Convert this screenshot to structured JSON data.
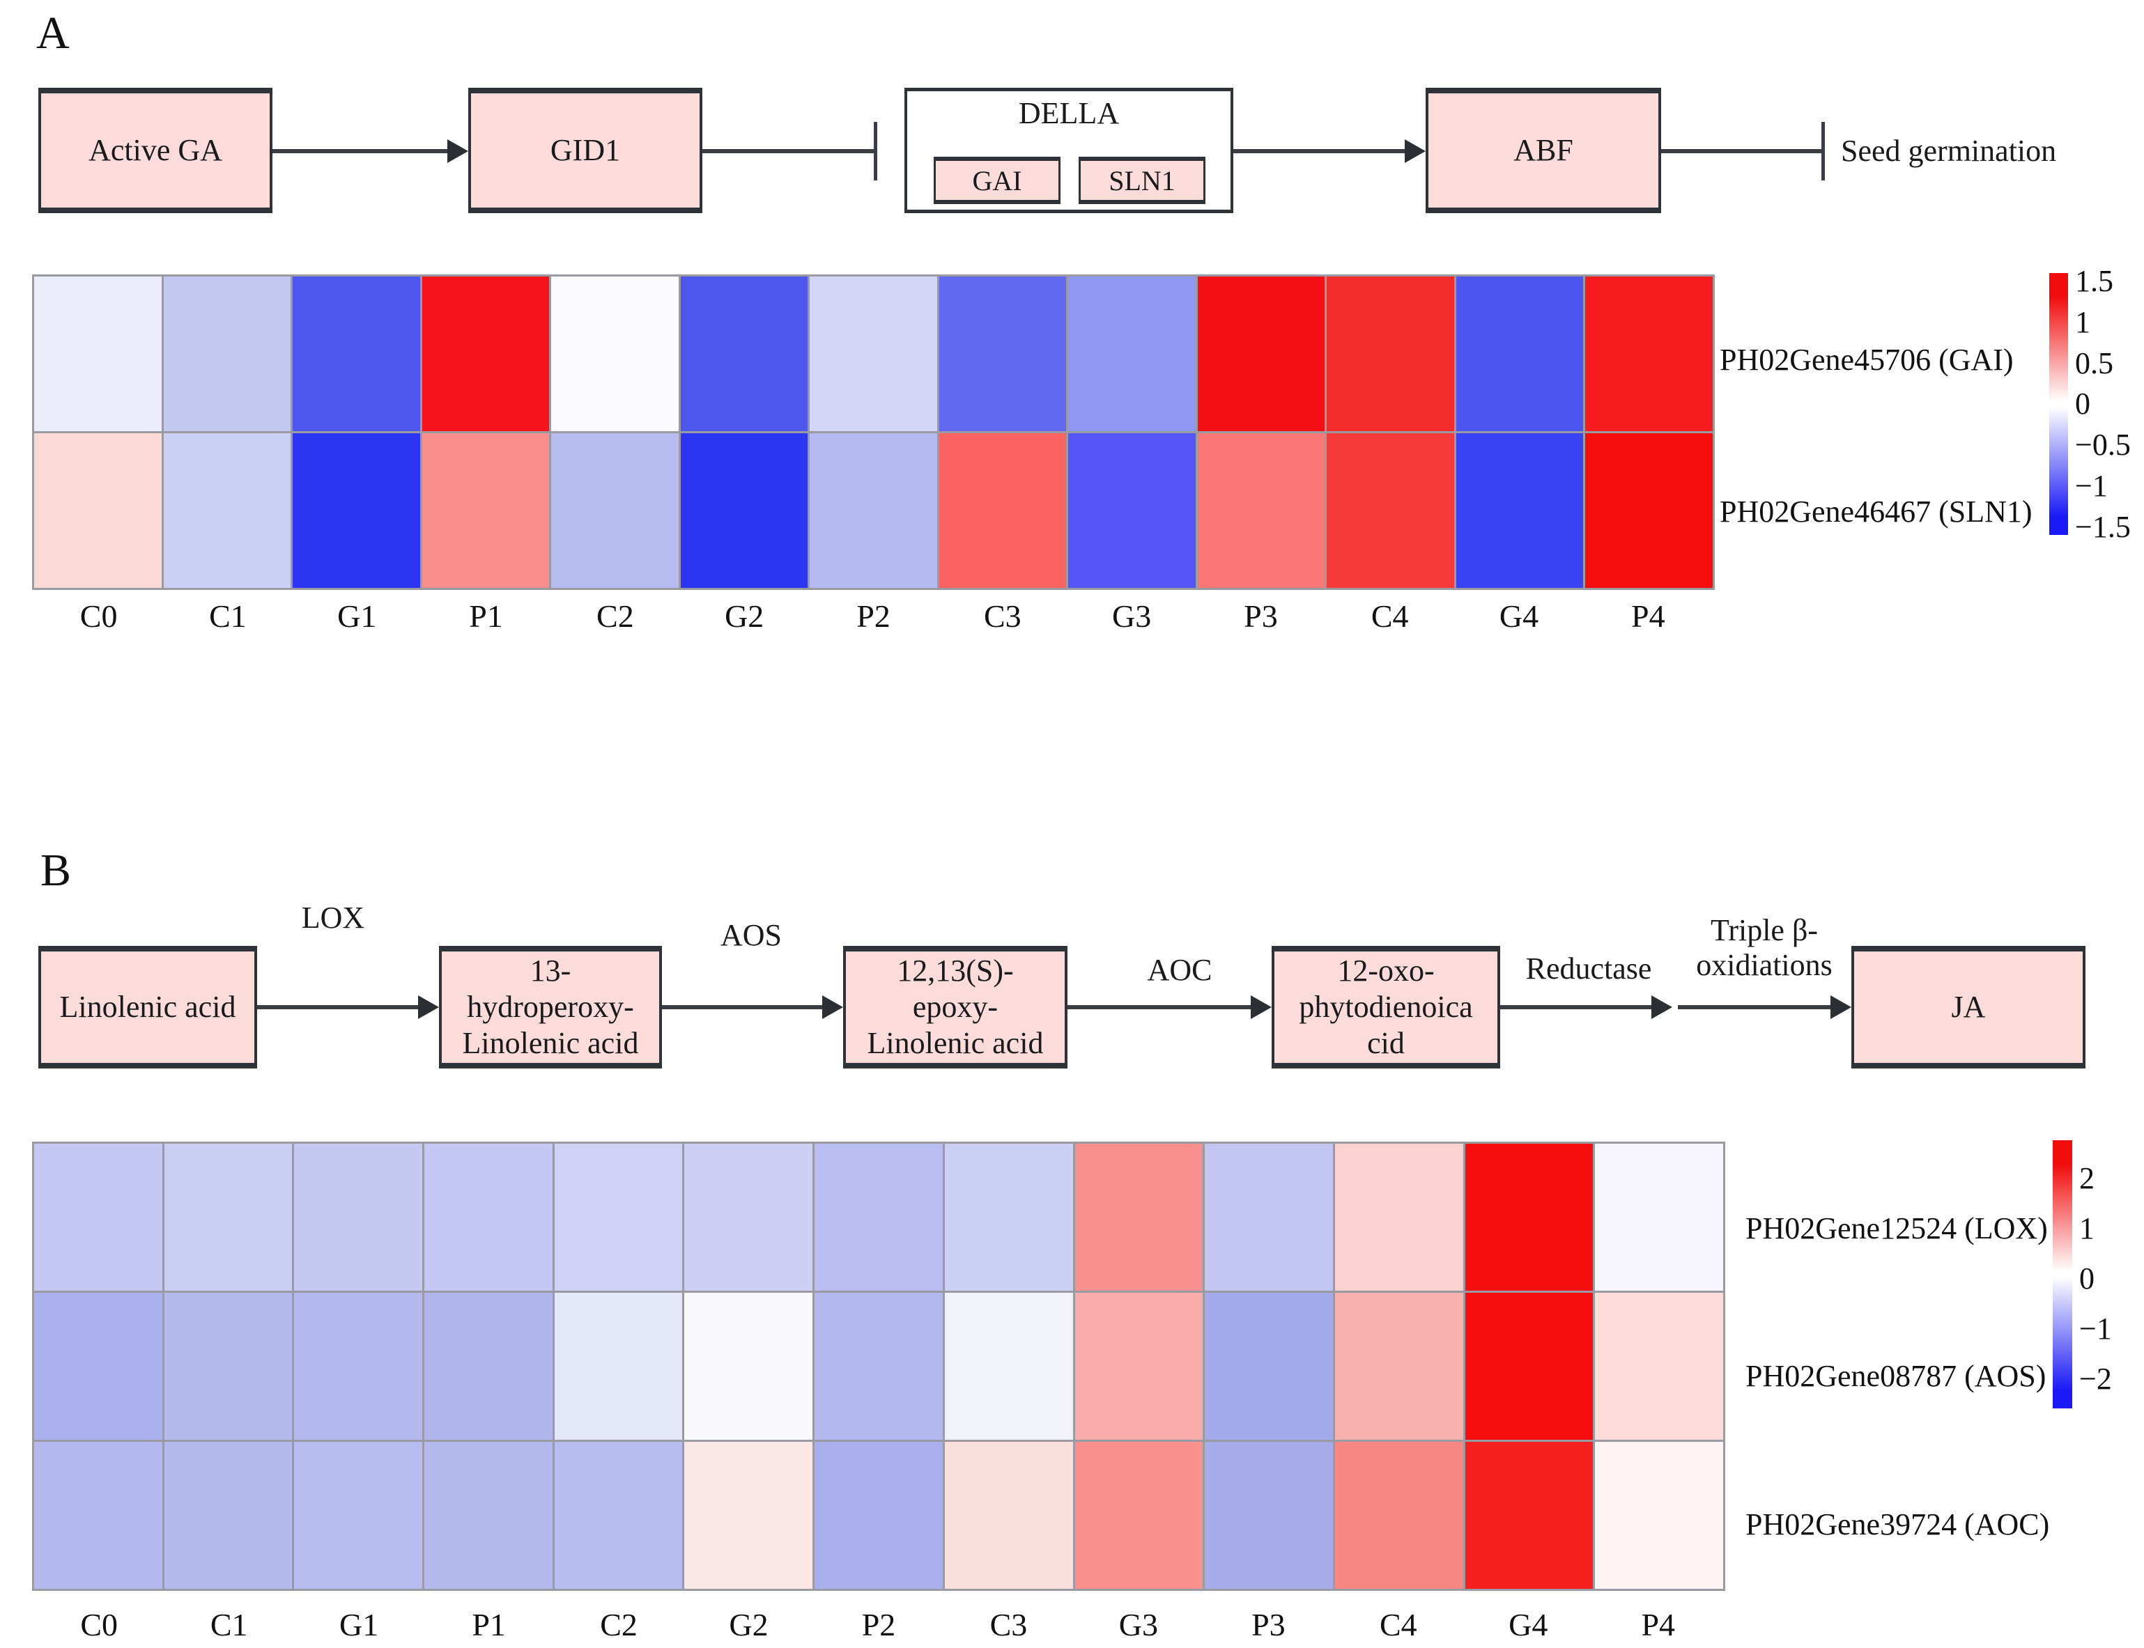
{
  "figure": {
    "panel_a_label": "A",
    "panel_b_label": "B"
  },
  "colors": {
    "box_fill": "#fbdcdb",
    "box_border": "#2e3338",
    "arrow": "#3a3e44",
    "cell_border": "#9a9aa2",
    "colorbar_top": "#f20c0c",
    "colorbar_mid": "#ffffff",
    "colorbar_bottom": "#1a1af7"
  },
  "panel_a_pathway": {
    "nodes": {
      "active_ga": "Active GA",
      "gid1": "GID1",
      "della": "DELLA",
      "gai": "GAI",
      "sln1": "SLN1",
      "abf": "ABF",
      "seed_germination": "Seed germination"
    }
  },
  "panel_b_pathway": {
    "nodes": {
      "linolenic": "Linolenic acid",
      "hydroperoxy": [
        "13-",
        "hydroperoxy-",
        "Linolenic acid"
      ],
      "epoxy": [
        "12,13(S)-",
        "epoxy-",
        "Linolenic acid"
      ],
      "oxo": [
        "12-oxo-",
        "phytodienoica",
        "cid"
      ],
      "ja": "JA"
    },
    "edge_labels": {
      "lox": "LOX",
      "aos": "AOS",
      "aoc": "AOC",
      "reductase": "Reductase",
      "triple": [
        "Triple β-",
        "oxidiations"
      ]
    }
  },
  "chart_data": [
    {
      "type": "heatmap",
      "panel": "a",
      "categories": [
        "C0",
        "C1",
        "G1",
        "P1",
        "C2",
        "G2",
        "P2",
        "C3",
        "G3",
        "P3",
        "C4",
        "G4",
        "P4"
      ],
      "rows": [
        {
          "name": "PH02Gene45706 (GAI)",
          "values": [
            -0.1,
            -0.4,
            -1.2,
            1.45,
            -0.05,
            -1.2,
            -0.3,
            -1.1,
            -0.8,
            1.45,
            1.35,
            -1.2,
            1.4
          ],
          "colors": [
            "#ecedfb",
            "#c3c8f1",
            "#4d57ee",
            "#f5121a",
            "#fbfafe",
            "#4d57ee",
            "#d3d6f6",
            "#5f68ef",
            "#8e97f2",
            "#f50f15",
            "#f42b2b",
            "#4c56ee",
            "#f51b1e"
          ]
        },
        {
          "name": "PH02Gene46467 (SLN1)",
          "values": [
            0.25,
            -0.35,
            -1.45,
            0.75,
            -0.5,
            -1.4,
            -0.5,
            1.0,
            -1.2,
            0.9,
            1.3,
            -1.3,
            1.5
          ],
          "colors": [
            "#fbd9d6",
            "#ccd1f4",
            "#2c35f2",
            "#f98e8d",
            "#b6bcee",
            "#2c35f1",
            "#b6baf3",
            "#fb6262",
            "#5356f5",
            "#f97876",
            "#f43b3a",
            "#3a43f3",
            "#f50d0d"
          ]
        }
      ],
      "colorbar": {
        "min": -1.5,
        "max": 1.5,
        "ticks": [
          "1.5",
          "1",
          "0.5",
          "0",
          "−0.5",
          "−1",
          "−1.5"
        ]
      }
    },
    {
      "type": "heatmap",
      "panel": "b",
      "categories": [
        "C0",
        "C1",
        "G1",
        "P1",
        "C2",
        "G2",
        "P2",
        "C3",
        "G3",
        "P3",
        "C4",
        "G4",
        "P4"
      ],
      "rows": [
        {
          "name": "PH02Gene12524 (LOX)",
          "values": [
            -0.7,
            -0.65,
            -0.7,
            -0.7,
            -0.6,
            -0.6,
            -0.85,
            -0.6,
            1.3,
            -0.75,
            0.55,
            2.0,
            -0.1
          ],
          "colors": [
            "#c5c8f2",
            "#cbcef3",
            "#c5c9f2",
            "#c4c8f2",
            "#cfd2f4",
            "#cdd0f4",
            "#b9bdef",
            "#ccd0f4",
            "#f8908f",
            "#c2c6f1",
            "#fad2cf",
            "#f60d0d",
            "#f6f4fc"
          ]
        },
        {
          "name": "PH02Gene08787 (AOS)",
          "values": [
            -1.0,
            -0.9,
            -0.9,
            -0.95,
            -0.35,
            -0.05,
            -0.9,
            -0.15,
            1.0,
            -1.1,
            0.95,
            2.0,
            0.45
          ],
          "colors": [
            "#abb1ec",
            "#b4b9ee",
            "#b3b8ee",
            "#b0b6ed",
            "#e4e6f9",
            "#f9f8fd",
            "#b3b8ee",
            "#f2f2fb",
            "#f9aca9",
            "#a4abeb",
            "#f9b1ae",
            "#f60d0d",
            "#fbdcda"
          ]
        },
        {
          "name": "PH02Gene39724 (AOC)",
          "values": [
            -0.9,
            -0.9,
            -0.85,
            -0.9,
            -0.85,
            0.3,
            -1.0,
            0.4,
            1.3,
            -1.0,
            1.4,
            1.9,
            0.15
          ],
          "colors": [
            "#b3b8ee",
            "#b5baee",
            "#b7bcef",
            "#b4b9ee",
            "#b8bdef",
            "#fbe7e5",
            "#a9afeb",
            "#fbdfdc",
            "#f9928f",
            "#a5ace9",
            "#f98784",
            "#f5201d",
            "#fdf3f2"
          ]
        }
      ],
      "colorbar": {
        "min": -2,
        "max": 2,
        "ticks": [
          "2",
          "1",
          "0",
          "−1",
          "−2"
        ]
      }
    }
  ]
}
